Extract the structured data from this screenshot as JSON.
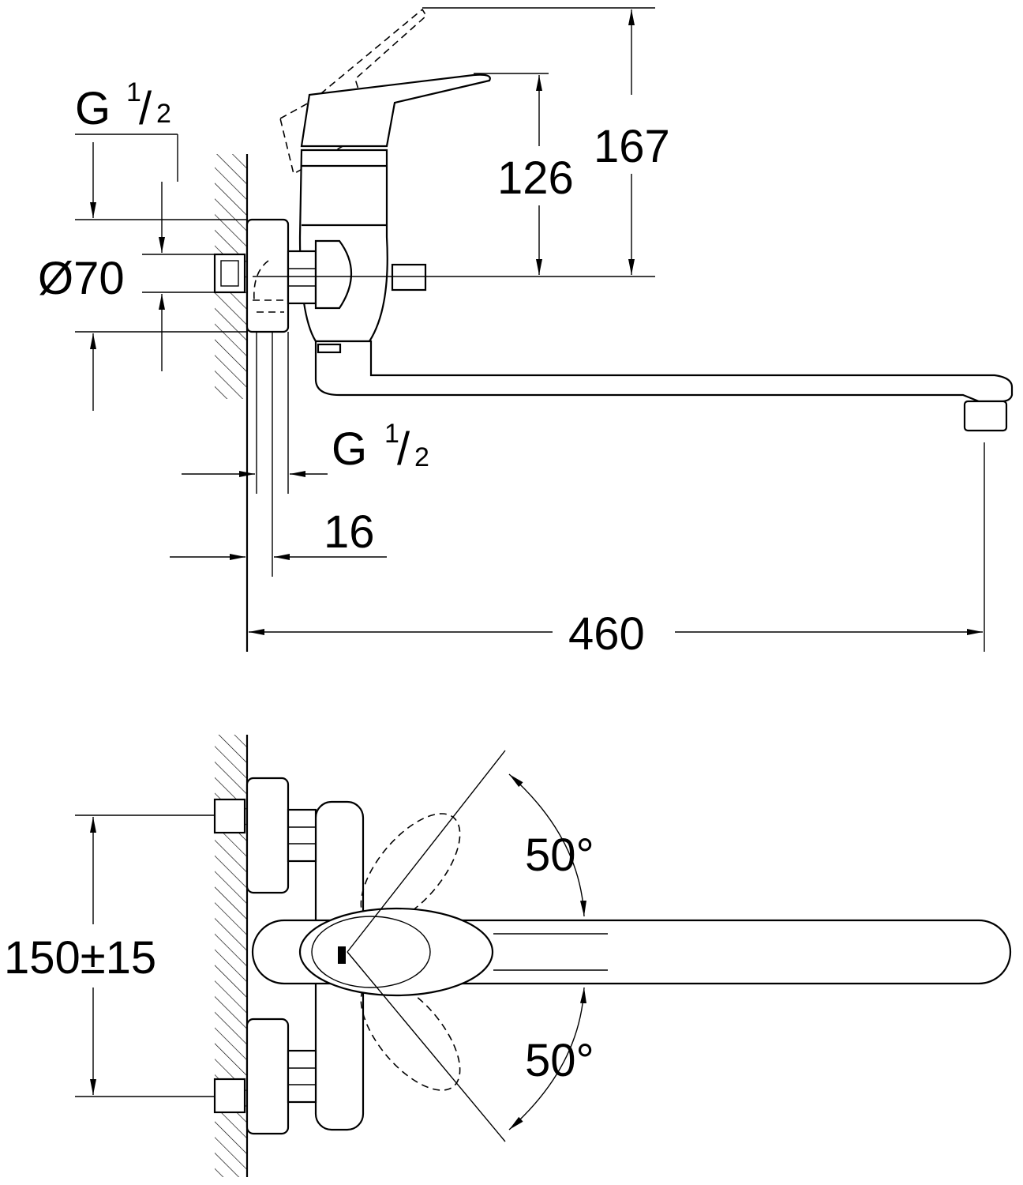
{
  "title": "Wall-mounted single-lever mixer technical drawing",
  "side_view": {
    "thread_top": {
      "letter": "G",
      "num": "1",
      "den": "2"
    },
    "diameter_label": "Ø70",
    "height_lever": "126",
    "height_lever_open": "167",
    "thread_bottom": {
      "letter": "G",
      "num": "1",
      "den": "2"
    },
    "plate_depth": "16",
    "spout_projection": "460"
  },
  "top_view": {
    "centers_distance": "150±15",
    "angle_up": "50°",
    "angle_down": "50°"
  }
}
